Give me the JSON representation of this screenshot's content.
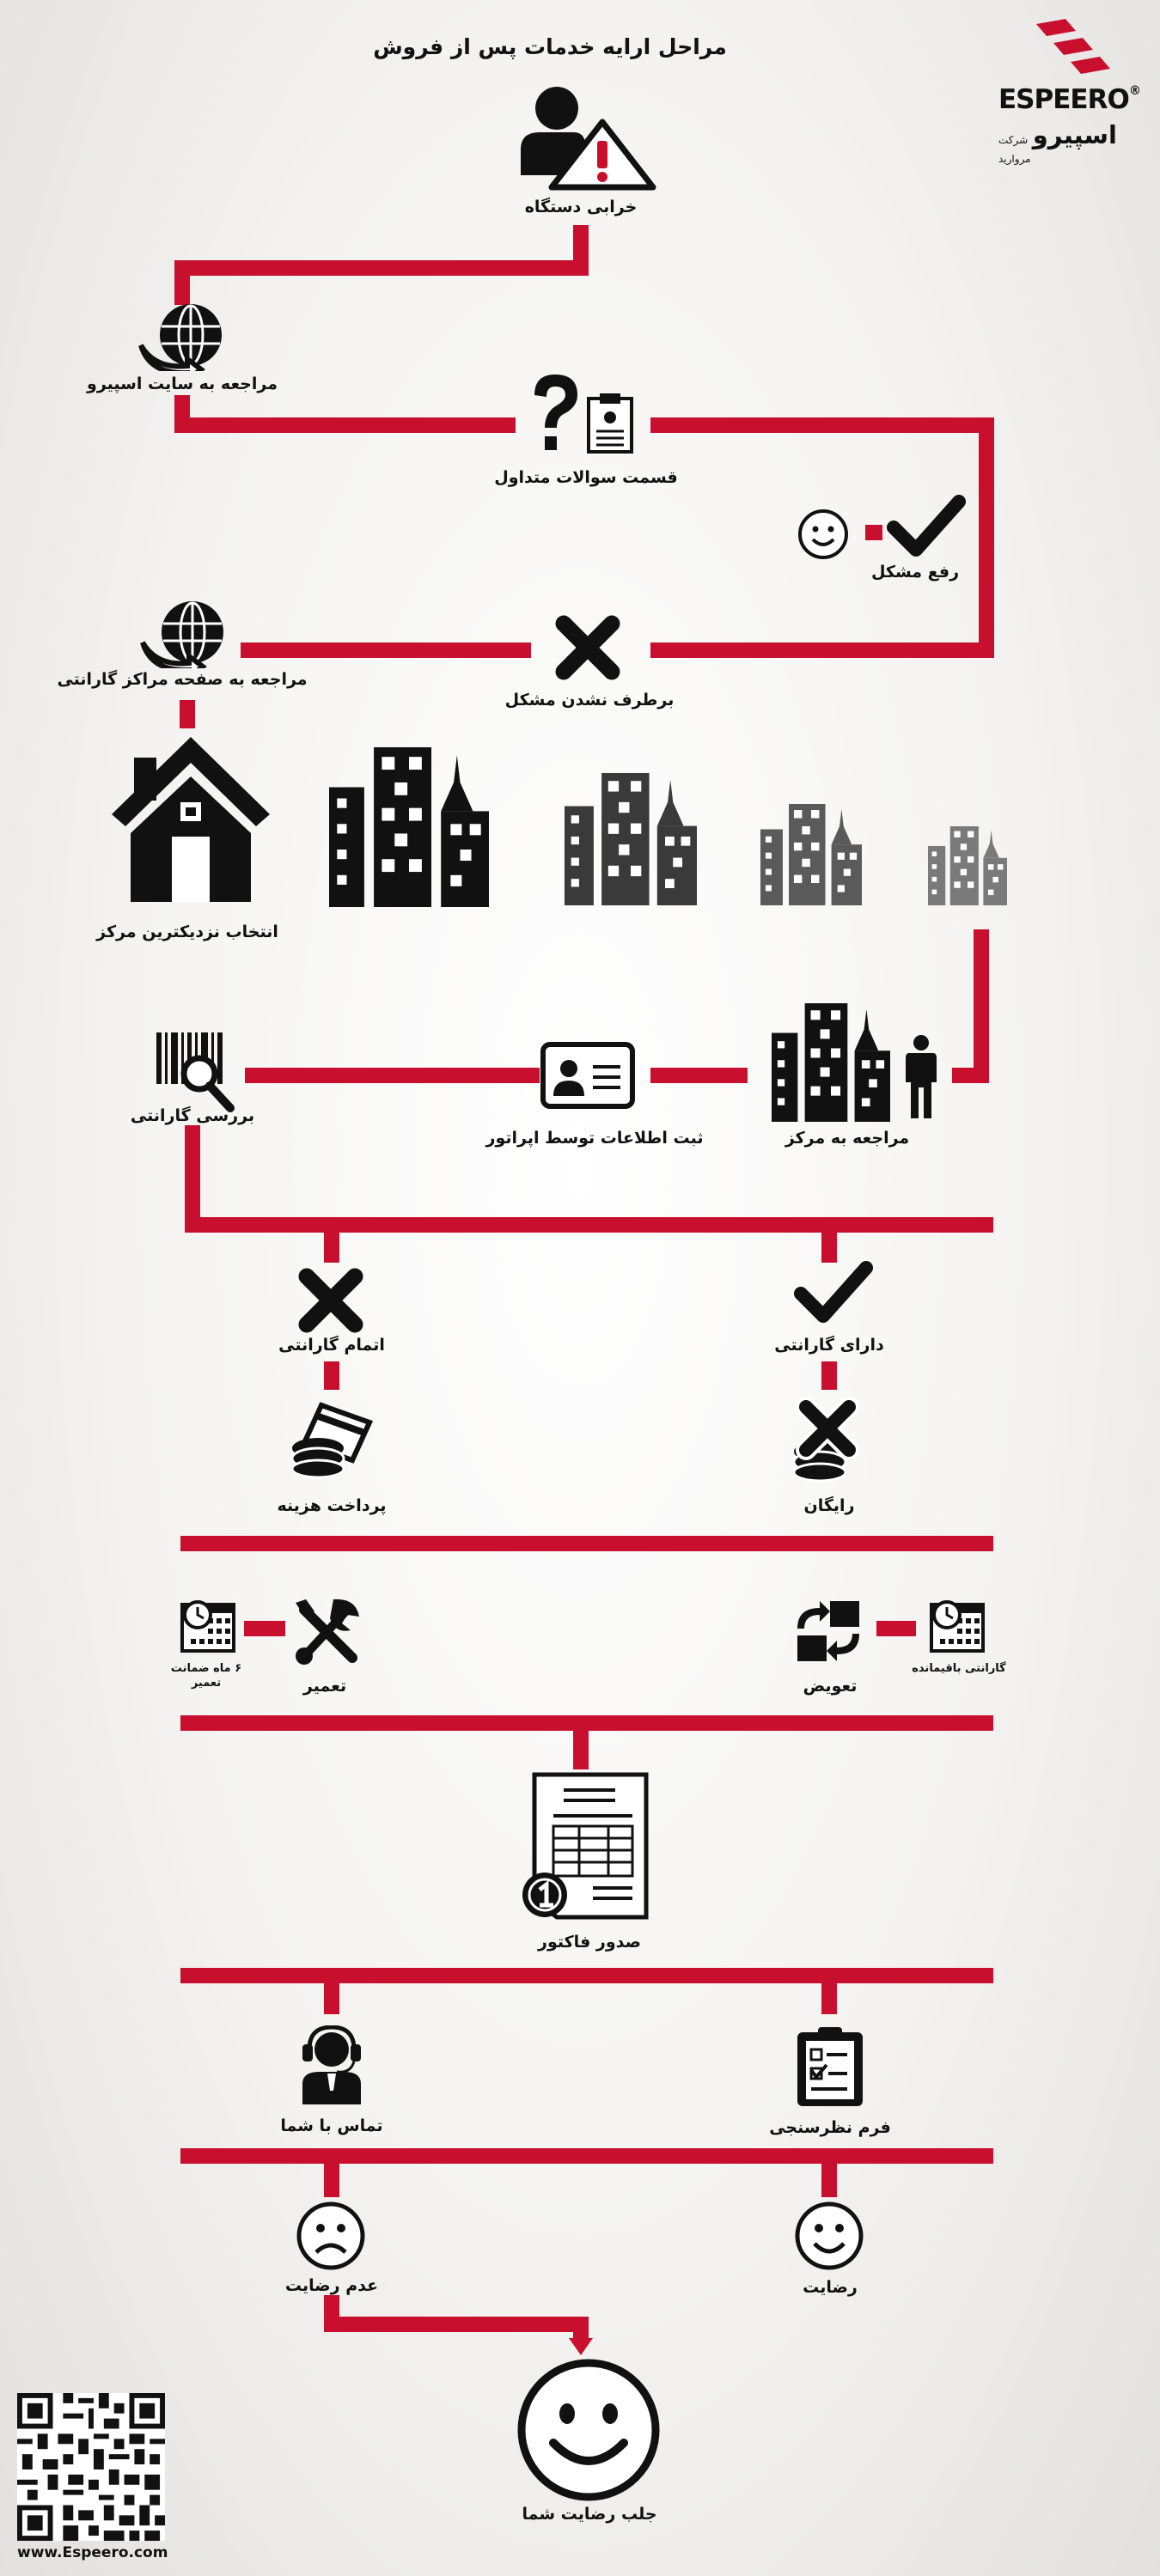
{
  "header": {
    "title": "مراحل ارایه خدمات پس از فروش",
    "brand_name": "ESPEERO",
    "brand_mark": "®",
    "brand_fa": "اسپیرو",
    "brand_fa_prefix": "شرکت مروارید"
  },
  "colors": {
    "accent": "#c8102e",
    "ink": "#111111",
    "grey_dark": "#4a4a4a",
    "grey_light": "#7a7a7a"
  },
  "steps": {
    "device_failure": "خرابی دستگاه",
    "visit_site": "مراجعه به سایت اسپیرو",
    "faq": "قسمت سوالات متداول",
    "problem_solved": "رفع مشکل",
    "problem_not_solved": "برطرف نشدن مشکل",
    "warranty_centers_page": "مراجعه به صفحه مراکز گارانتی",
    "choose_nearest_center": "انتخاب نزدیکترین مرکز",
    "visit_center": "مراجعه به مرکز",
    "operator_registration": "ثبت اطلاعات توسط اپراتور",
    "warranty_check": "بررسی گارانتی",
    "has_warranty": "دارای گارانتی",
    "warranty_expired": "اتمام گارانتی",
    "free": "رایگان",
    "pay_cost": "پرداخت هزینه",
    "replacement": "تعویض",
    "remaining_warranty": "گارانتی باقیمانده",
    "repair": "تعمیر",
    "repair_warranty": "۶ ماه ضمانت تعمیر",
    "invoice": "صدور فاکتور",
    "survey_form": "فرم نظرسنجی",
    "call_you": "تماس با شما",
    "satisfaction": "رضایت",
    "dissatisfaction": "عدم رضایت",
    "final": "جلب رضایت شما"
  },
  "footer": {
    "url": "www.Espeero.com"
  },
  "icons": [
    "person-icon",
    "warning-icon",
    "globe-icon",
    "question-icon",
    "clipboard-icon",
    "smiley-icon",
    "check-icon",
    "x-icon",
    "house-icon",
    "buildings-icon",
    "person-standing-icon",
    "id-card-icon",
    "barcode-search-icon",
    "card-coins-icon",
    "swap-icon",
    "calendar-icon",
    "tools-icon",
    "invoice-icon",
    "headset-person-icon",
    "survey-clipboard-icon",
    "sad-face-icon",
    "happy-face-icon",
    "qr-code-icon"
  ]
}
